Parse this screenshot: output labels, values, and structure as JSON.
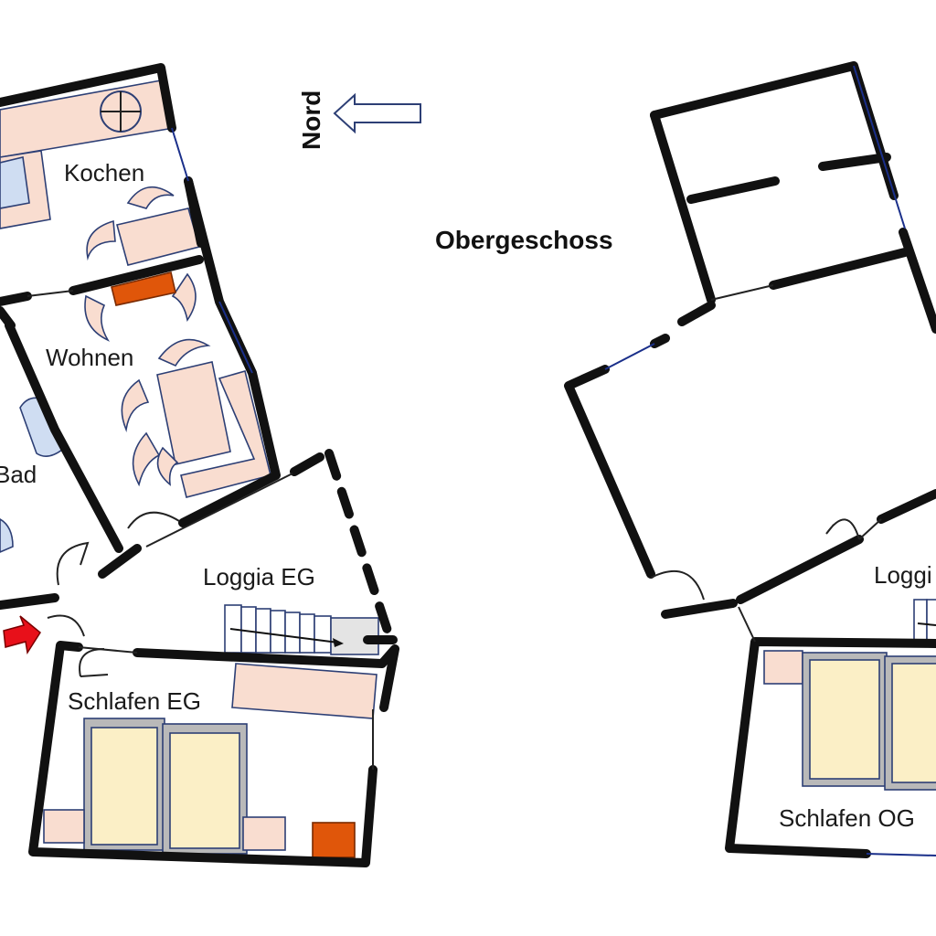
{
  "labels": {
    "kochen": "Kochen",
    "wohnen": "Wohnen",
    "bad": "Bad",
    "loggia_eg": "Loggia EG",
    "schlafen_eg": "Schlafen EG",
    "obergeschoss": "Obergeschoss",
    "nord": "Nord",
    "loggia_og": "Loggi",
    "schlafen_og": "Schlafen OG"
  },
  "colors": {
    "wall": "#111111",
    "furniture": "#f9ddd0",
    "bed": "#fbefc6",
    "bath": "#cfddf2",
    "stove": "#e0560a",
    "entry_arrow": "#e8101a",
    "window": "#1a2f8a"
  },
  "icons": {
    "compass": "north-arrow-icon",
    "entry": "entry-arrow-icon"
  }
}
